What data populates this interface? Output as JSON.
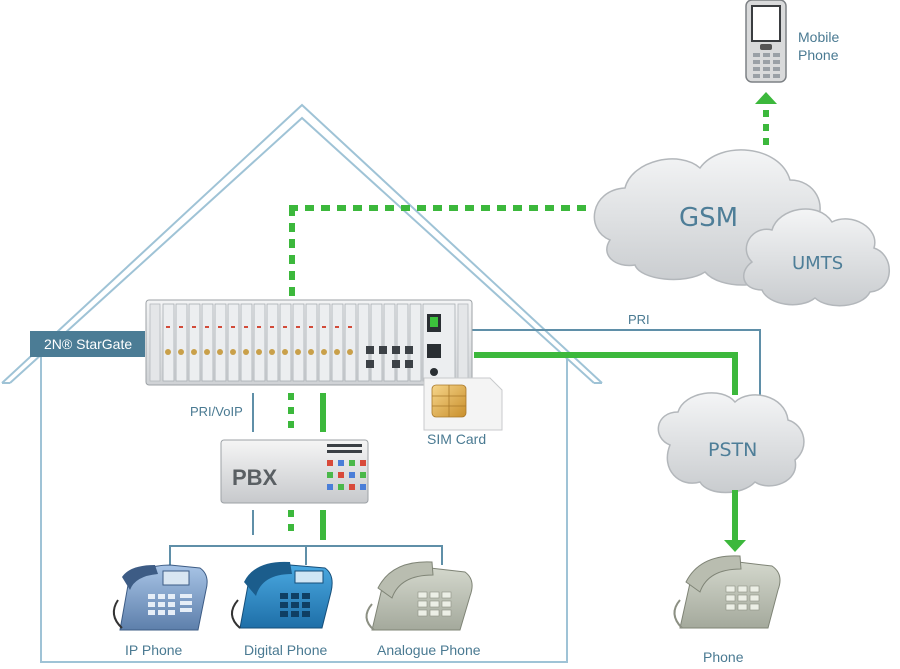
{
  "labels": {
    "mobile_phone_line1": "Mobile",
    "mobile_phone_line2": "Phone",
    "gsm": "GSM",
    "umts": "UMTS",
    "pri": "PRI",
    "pstn": "PSTN",
    "stargate_brand": "2N® StarGate",
    "pri_voip": "PRI/VoIP",
    "sim_card": "SIM Card",
    "pbx": "PBX",
    "ip_phone": "IP Phone",
    "digital_phone": "Digital Phone",
    "analogue_phone": "Analogue Phone",
    "phone": "Phone"
  },
  "colors": {
    "house_outline": "#9fc3d6",
    "connection_line": "#5f8fa8",
    "gsm_link": "#3cb83c",
    "cloud": "#dcdee0",
    "label_text": "#4a7a92",
    "badge_bg": "#4b7c95"
  }
}
